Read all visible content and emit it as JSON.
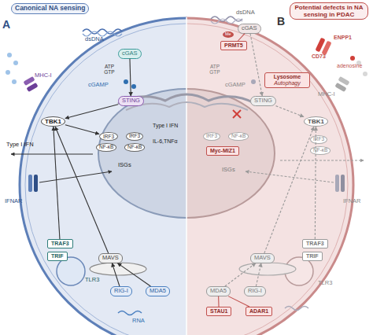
{
  "diagram": {
    "nodes": [
      {
        "text": [
          "Canonical NA sensing"
        ]
      },
      {
        "text": [
          "Potential defects in NA sensing in PDAC"
        ]
      },
      {
        "text": [
          "cGAS"
        ]
      },
      {
        "text": [
          "STING"
        ]
      },
      {
        "text": [
          "TBK1"
        ]
      },
      {
        "text": [
          "IRF3"
        ]
      },
      {
        "text": [
          "MAVS"
        ]
      },
      {
        "text": [
          "RIG-I"
        ]
      },
      {
        "text": [
          "MDA5"
        ]
      },
      {
        "text": [
          "TRAF3"
        ]
      },
      {
        "text": [
          "TRIF"
        ]
      },
      {
        "text": [
          "cGAS"
        ]
      },
      {
        "text": [
          "PRMT5"
        ]
      },
      {
        "text": [
          "Lysosome",
          "Autophagy"
        ]
      },
      {
        "text": [
          "STING"
        ]
      },
      {
        "text": [
          "TBK1"
        ]
      },
      {
        "text": [
          "Myc-MIZ1"
        ]
      },
      {
        "text": [
          "MAVS"
        ]
      },
      {
        "text": [
          "MDA5"
        ]
      },
      {
        "text": [
          "RIG-I"
        ]
      },
      {
        "text": [
          "TRAF3"
        ]
      },
      {
        "text": [
          "TRIF"
        ]
      },
      {
        "text": [
          "STAU1"
        ]
      },
      {
        "text": [
          "ADAR1"
        ]
      }
    ],
    "edges": [
      {
        "from": 2,
        "to": 3,
        "arrow": "to"
      },
      {
        "from": 3,
        "to": 4,
        "arrow": "to"
      },
      {
        "from": 4,
        "to": 5,
        "arrow": "to"
      },
      {
        "from": 7,
        "to": 6,
        "arrow": "to"
      },
      {
        "from": 8,
        "to": 6,
        "arrow": "to"
      },
      {
        "from": 6,
        "to": 4,
        "arrow": "to"
      },
      {
        "from": 9,
        "to": 4,
        "arrow": "to"
      },
      {
        "from": 12,
        "to": 11,
        "arrow": "none"
      },
      {
        "from": 11,
        "to": 14,
        "arrow": "to"
      },
      {
        "from": 14,
        "to": 15,
        "arrow": "to"
      },
      {
        "from": 19,
        "to": 17,
        "arrow": "to"
      },
      {
        "from": 18,
        "to": 17,
        "arrow": "to"
      },
      {
        "from": 17,
        "to": 15,
        "arrow": "to"
      },
      {
        "from": 20,
        "to": 15,
        "arrow": "to"
      },
      {
        "from": 22,
        "to": 18,
        "arrow": "none"
      },
      {
        "from": 23,
        "to": 18,
        "arrow": "none"
      }
    ],
    "labels": [
      "A",
      "B",
      "dsDNA",
      "ATP GTP",
      "cGAMP",
      "MHC-I",
      "IRF3",
      "NF-κB",
      "NF-κB",
      "Type I IFN",
      "IL-6,TNFα",
      "ISGs",
      "Type I IFN",
      "IFNAR",
      "TLR3",
      "RNA",
      "dsDNA",
      "Me",
      "ATP GTP",
      "cGAMP",
      "ENPP1",
      "CD73",
      "adenosine",
      "MHC-I",
      "IRF3",
      "NF-κB",
      "IRF3",
      "NF-κB",
      "ISGs",
      "IFNAR",
      "TLR3"
    ]
  }
}
